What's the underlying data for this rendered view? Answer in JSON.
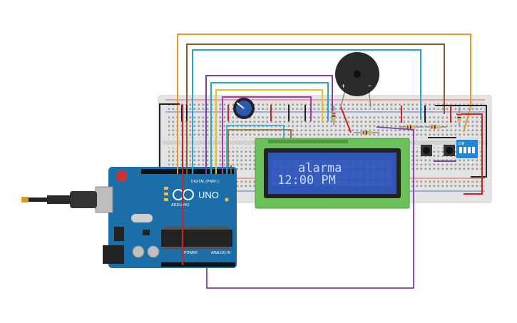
{
  "lcd": {
    "line1": "alarma",
    "line2": "12:00 PM"
  },
  "arduino": {
    "brand": "ARDUINO",
    "model": "UNO",
    "digital_label": "DIGITAL (PWM~)",
    "power_label": "POWER",
    "analog_label": "ANALOG IN"
  },
  "dip_switch": {
    "on_label": "ON"
  },
  "colors": {
    "breadboard": "#e4e4e4",
    "arduino_board": "#1b6ea8",
    "lcd_pcb": "#6cc05a",
    "lcd_screen": "#2f55b5",
    "lcd_text": "#c9d8ff",
    "dip_switch": "#1e88d8",
    "wire_orange": "#e8962a",
    "wire_brown": "#8b5a2b",
    "wire_cyan": "#26a6c8",
    "wire_purple": "#7e3fa0",
    "wire_yellow": "#e6c21e",
    "wire_magenta": "#b03aa8",
    "wire_red": "#d22020",
    "wire_black": "#222222"
  }
}
